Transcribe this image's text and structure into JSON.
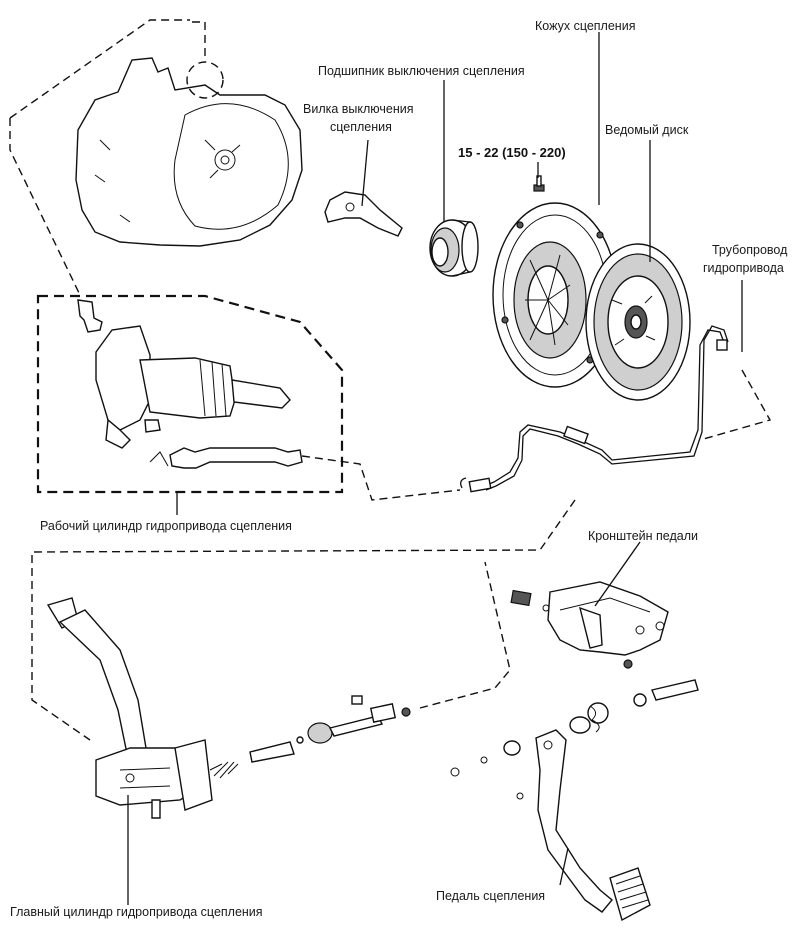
{
  "labels": {
    "clutch_cover": "Кожух сцепления",
    "release_bearing": "Подшипник выключения сцепления",
    "release_fork_line1": "Вилка выключения",
    "release_fork_line2": "сцепления",
    "torque": "15 - 22 (150 - 220)",
    "driven_disc": "Ведомый диск",
    "hydraulic_line_line1": "Трубопровод",
    "hydraulic_line_line2": "гидропривода",
    "slave_cylinder": "Рабочий цилиндр гидропривода сцепления",
    "pedal_bracket": "Кронштейн педали",
    "clutch_pedal": "Педаль сцепления",
    "master_cylinder": "Главный цилиндр гидропривода сцепления"
  }
}
